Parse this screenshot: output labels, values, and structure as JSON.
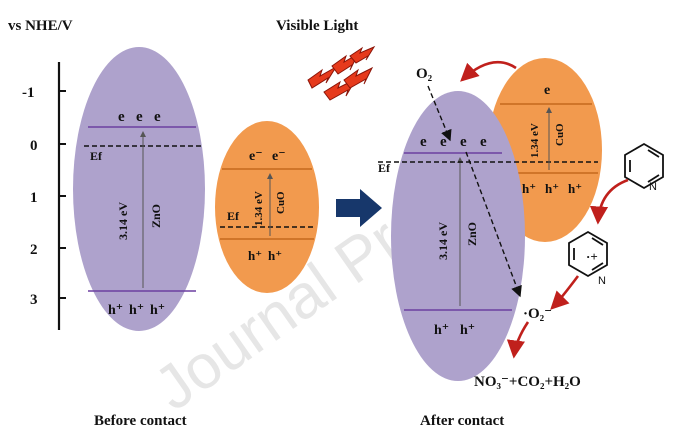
{
  "axis": {
    "title": "vs NHE/V",
    "ticks": [
      "-1",
      "0",
      "1",
      "2",
      "3"
    ]
  },
  "top_label": "Visible Light",
  "watermark": "Journal Pre-proof",
  "panels": {
    "before": {
      "caption": "Before contact",
      "zno": {
        "name": "ZnO",
        "gap": "3.14 eV",
        "electrons": [
          "e",
          "e",
          "e"
        ],
        "holes": [
          "h⁺",
          "h⁺",
          "h⁺"
        ],
        "fermi": "Ef"
      },
      "cuo": {
        "name": "CuO",
        "gap": "1.34 eV",
        "electrons": [
          "e⁻",
          "e⁻"
        ],
        "holes": [
          "h⁺",
          "h⁺"
        ],
        "fermi": "Ef"
      }
    },
    "after": {
      "caption": "After contact",
      "zno": {
        "name": "ZnO",
        "gap": "3.14 eV",
        "electrons": [
          "e",
          "e",
          "e",
          "e"
        ],
        "holes": [
          "h⁺",
          "h⁺"
        ],
        "fermi": "Ef"
      },
      "cuo": {
        "name": "CuO",
        "gap": "1.34 eV",
        "electrons": [
          "e"
        ],
        "holes": [
          "h⁺",
          "h⁺",
          "h⁺"
        ]
      }
    }
  },
  "species": {
    "oxygen": "O₂",
    "superoxide": "·O₂⁻",
    "products": "NO₃⁻+CO₂+H₂O",
    "nitrogen": "N",
    "radical_charge": "·+"
  },
  "colors": {
    "zno_fill": "#aea2cc",
    "cuo_fill": "#f29a4e",
    "band_line": "#6b3fa0",
    "cuo_band_line": "#c4691d",
    "arrow_red": "#c0201c",
    "main_arrow": "#17376b",
    "watermark": "#e8e8e8"
  },
  "icons": [
    "light-bolt-icon",
    "pyridine-icon",
    "pyridine-radical-icon",
    "transfer-arrow-icon"
  ]
}
